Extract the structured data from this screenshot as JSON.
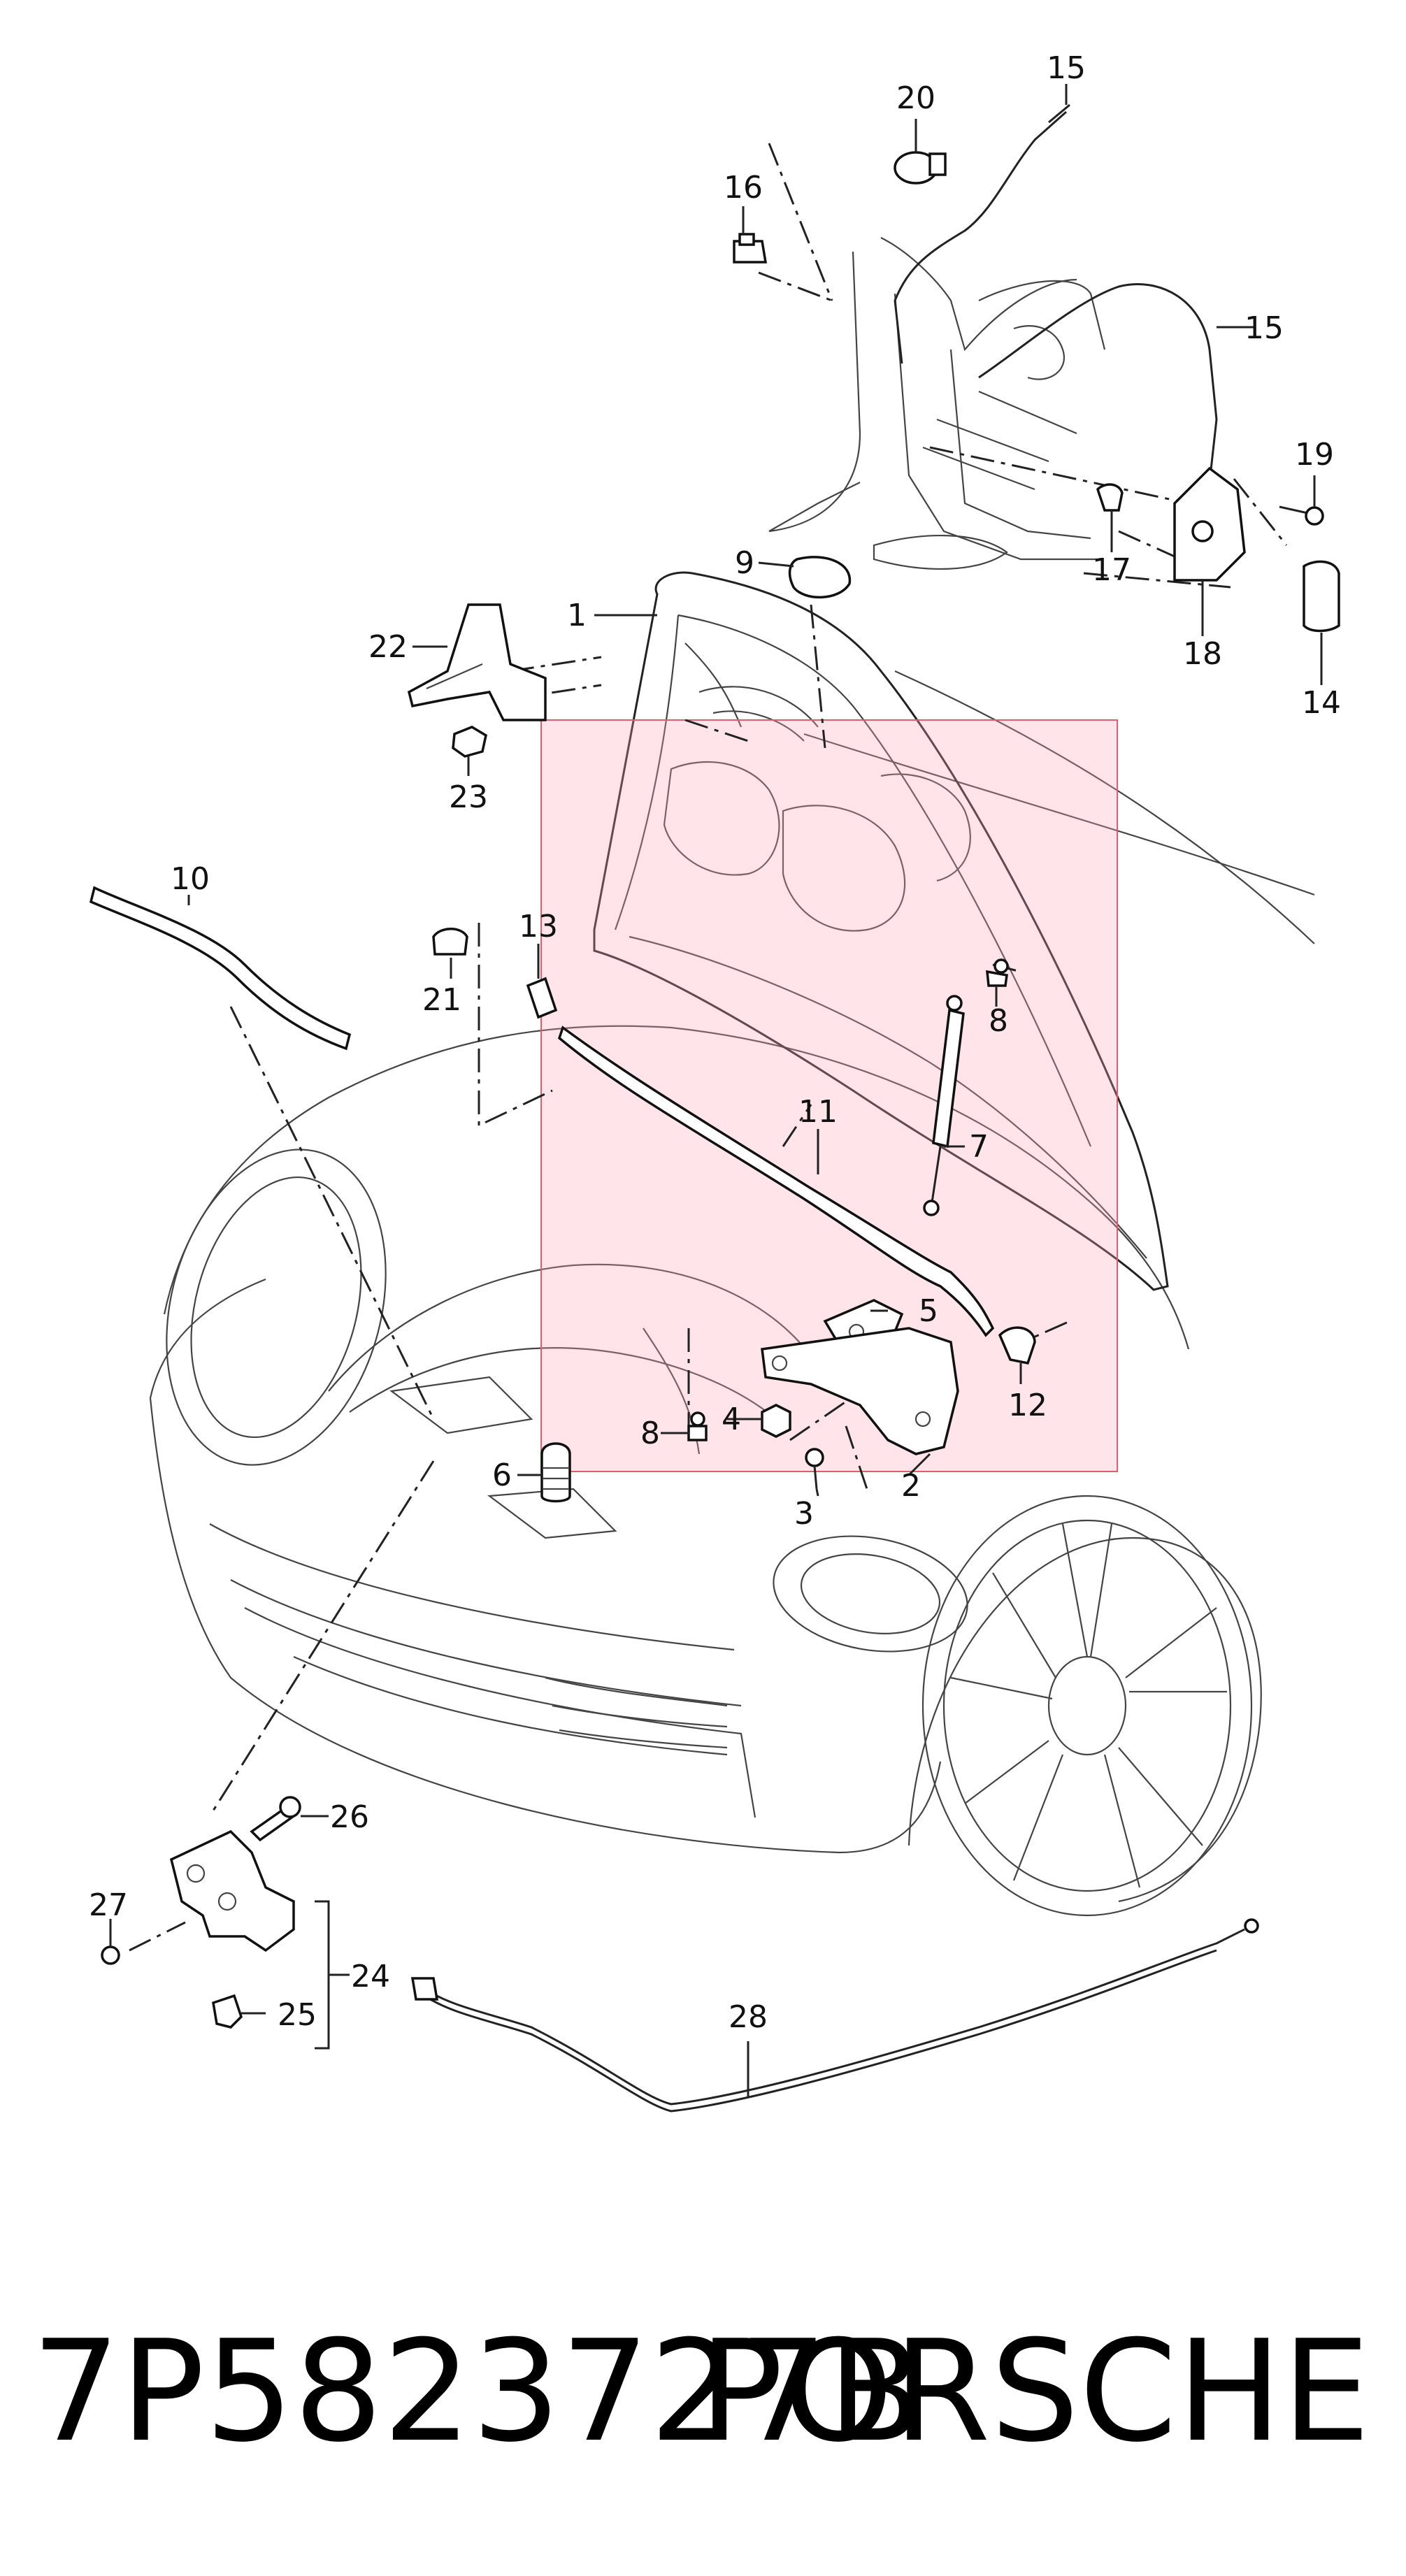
{
  "callouts": {
    "c1": "1",
    "c2": "2",
    "c3": "3",
    "c4": "4",
    "c5": "5",
    "c6": "6",
    "c7": "7",
    "c8a": "8",
    "c8b": "8",
    "c9": "9",
    "c10": "10",
    "c11": "11",
    "c12": "12",
    "c13": "13",
    "c14": "14",
    "c15a": "15",
    "c15b": "15",
    "c16": "16",
    "c17": "17",
    "c18": "18",
    "c19": "19",
    "c20": "20",
    "c21": "21",
    "c22": "22",
    "c23": "23",
    "c24": "24",
    "c25": "25",
    "c26": "26",
    "c27": "27",
    "c28": "28"
  },
  "caption": {
    "part_number": "7P5823727B",
    "brand": "PORSCHE"
  },
  "colors": {
    "highlight_fill": "#ffaab9",
    "highlight_stroke": "#d9606f",
    "line": "#222222"
  }
}
